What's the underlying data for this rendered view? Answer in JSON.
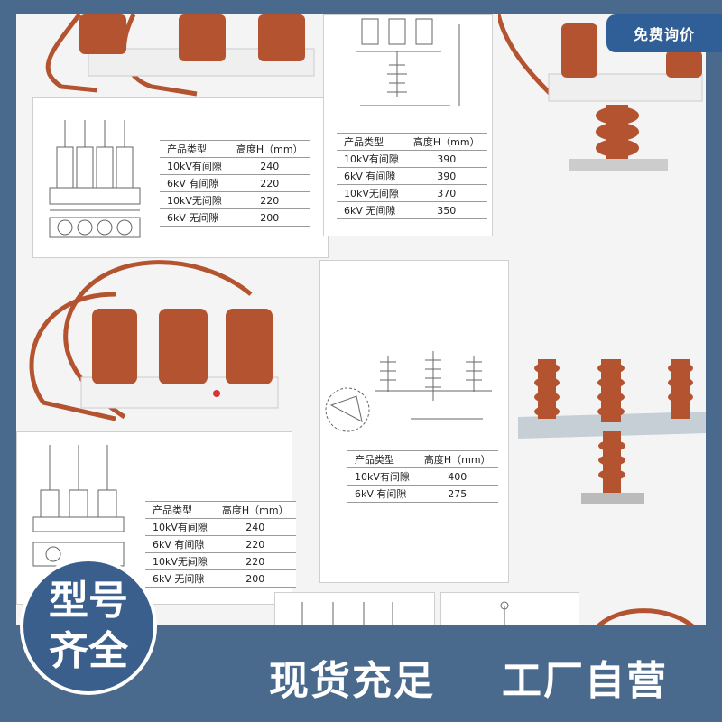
{
  "badge": {
    "label": "免费询价"
  },
  "circle": {
    "line1": "型号",
    "line2": "齐全"
  },
  "slogan": {
    "left": "现货充足",
    "right": "工厂自营"
  },
  "tables": {
    "t1": {
      "header": [
        "产品类型",
        "高度H（mm）"
      ],
      "rows": [
        [
          "10kV有间隙",
          "240"
        ],
        [
          "6kV 有间隙",
          "220"
        ],
        [
          "10kV无间隙",
          "220"
        ],
        [
          "6kV 无间隙",
          "200"
        ]
      ]
    },
    "t2": {
      "header": [
        "产品类型",
        "高度H（mm）"
      ],
      "rows": [
        [
          "10kV有间隙",
          "390"
        ],
        [
          "6kV 有间隙",
          "390"
        ],
        [
          "10kV无间隙",
          "370"
        ],
        [
          "6kV 无间隙",
          "350"
        ]
      ]
    },
    "t3": {
      "header": [
        "产品类型",
        "高度H（mm）"
      ],
      "rows": [
        [
          "10kV有间隙",
          "400"
        ],
        [
          "6kV 有间隙",
          "275"
        ]
      ]
    },
    "t4": {
      "header": [
        "产品类型",
        "高度H（mm）"
      ],
      "rows": [
        [
          "10kV有间隙",
          "240"
        ],
        [
          "6kV 有间隙",
          "220"
        ],
        [
          "10kV无间隙",
          "220"
        ],
        [
          "6kV 无间隙",
          "200"
        ]
      ]
    }
  },
  "colors": {
    "background": "#4a6a8d",
    "badge": "#2f5f96",
    "arrester": "#b4532f",
    "cable": "#b4532f"
  }
}
